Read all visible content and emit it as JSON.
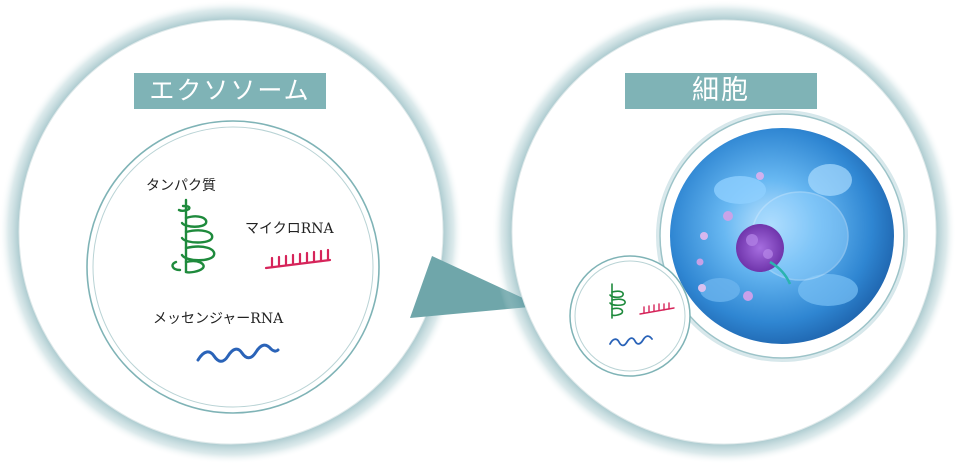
{
  "left_panel": {
    "title": "エクソソーム",
    "items": [
      {
        "label": "タンパク質",
        "icon": "protein-icon",
        "color": "#1e8a3c"
      },
      {
        "label": "マイクロRNA",
        "icon": "microrna-icon",
        "color": "#d6245a"
      },
      {
        "label": "メッセンジャーRNA",
        "icon": "messenger-rna-icon",
        "color": "#2a63b8"
      }
    ]
  },
  "right_panel": {
    "title": "細胞"
  },
  "colors": {
    "accent": "#7fb3b6",
    "arrow": "#6fa6aa",
    "cell_blue": "#3f9ee0",
    "nucleus_purple": "#8b45c8"
  }
}
